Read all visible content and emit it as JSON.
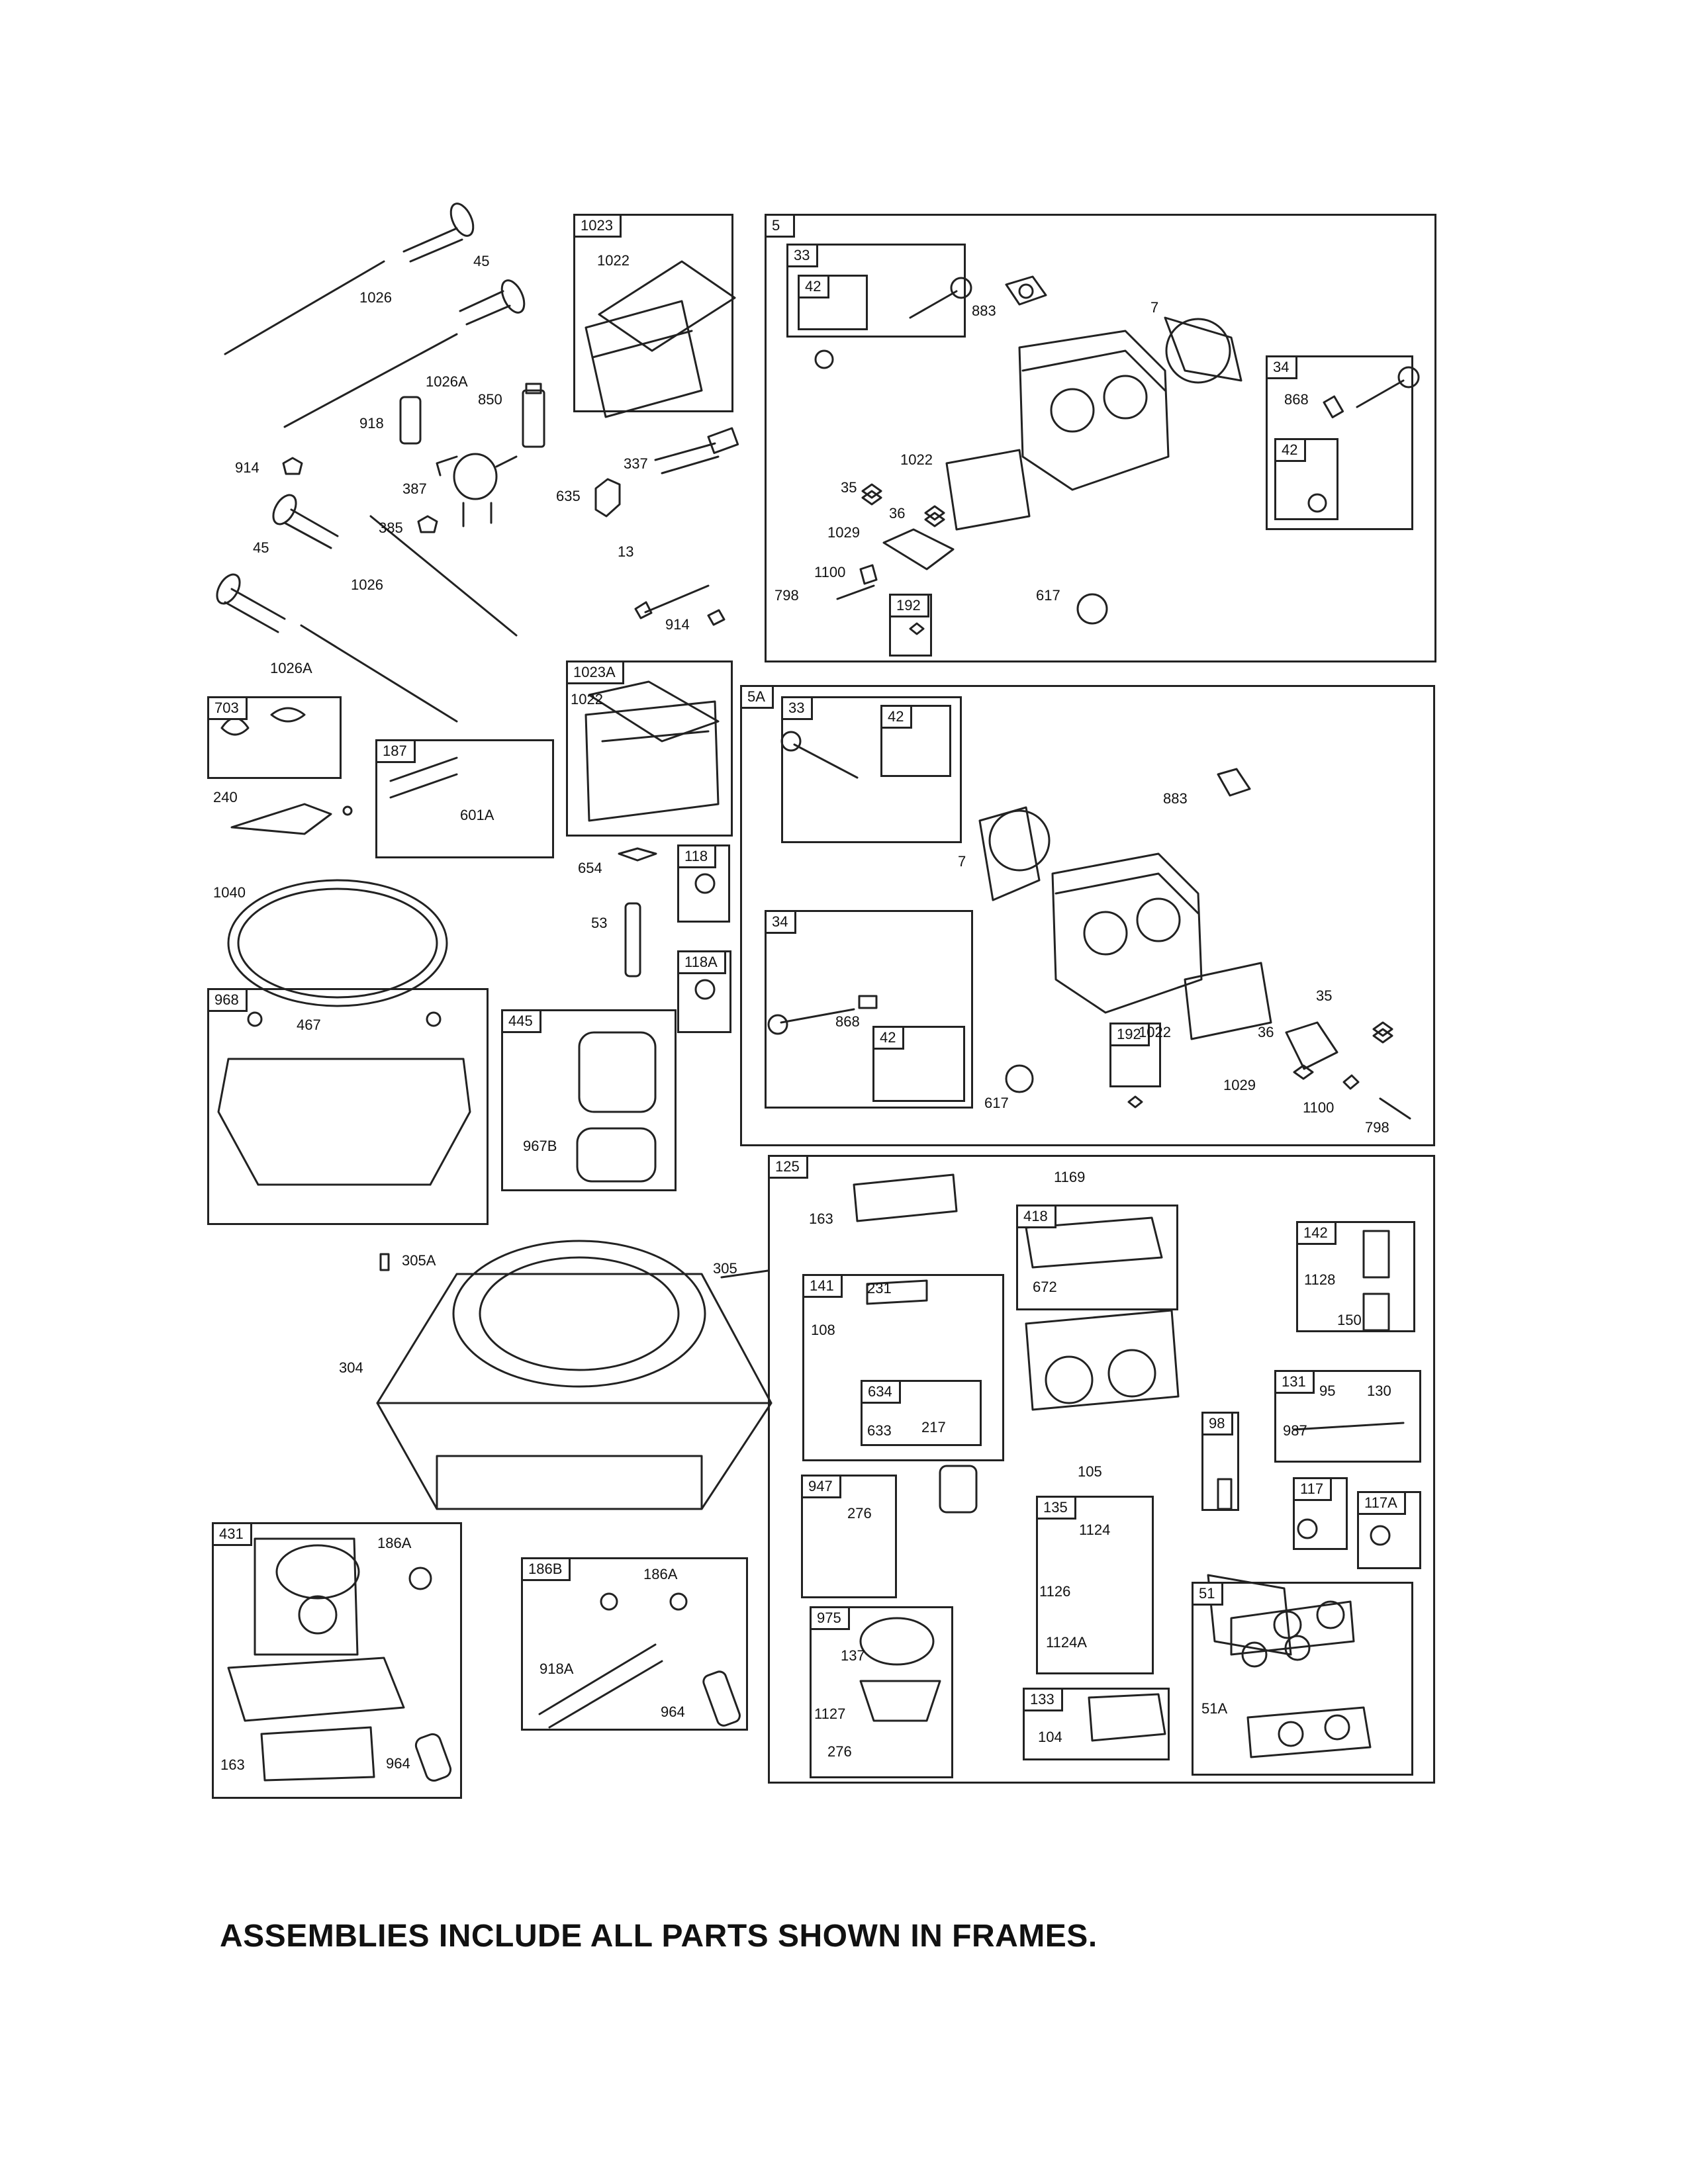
{
  "diagram": {
    "frames": [
      {
        "id": "f1023",
        "tag": "1023"
      },
      {
        "id": "f5",
        "tag": "5"
      },
      {
        "id": "f33a",
        "tag": "33"
      },
      {
        "id": "f42a",
        "tag": "42"
      },
      {
        "id": "f34a",
        "tag": "34"
      },
      {
        "id": "f42b",
        "tag": "42"
      },
      {
        "id": "f192a",
        "tag": "192"
      },
      {
        "id": "f1023a",
        "tag": "1023A"
      },
      {
        "id": "f703",
        "tag": "703"
      },
      {
        "id": "f187",
        "tag": "187"
      },
      {
        "id": "f5a",
        "tag": "5A"
      },
      {
        "id": "f33b",
        "tag": "33"
      },
      {
        "id": "f42c",
        "tag": "42"
      },
      {
        "id": "f34b",
        "tag": "34"
      },
      {
        "id": "f42d",
        "tag": "42"
      },
      {
        "id": "f192b",
        "tag": "192"
      },
      {
        "id": "f118",
        "tag": "118"
      },
      {
        "id": "f118a",
        "tag": "118A"
      },
      {
        "id": "f968",
        "tag": "968"
      },
      {
        "id": "f445",
        "tag": "445"
      },
      {
        "id": "f125",
        "tag": "125"
      },
      {
        "id": "f418",
        "tag": "418"
      },
      {
        "id": "f142",
        "tag": "142"
      },
      {
        "id": "f141",
        "tag": "141"
      },
      {
        "id": "f634",
        "tag": "634"
      },
      {
        "id": "f131",
        "tag": "131"
      },
      {
        "id": "f98",
        "tag": "98"
      },
      {
        "id": "f947",
        "tag": "947"
      },
      {
        "id": "f135",
        "tag": "135"
      },
      {
        "id": "f117",
        "tag": "117"
      },
      {
        "id": "f117a",
        "tag": "117A"
      },
      {
        "id": "f975",
        "tag": "975"
      },
      {
        "id": "f133",
        "tag": "133"
      },
      {
        "id": "f51",
        "tag": "51"
      },
      {
        "id": "f431",
        "tag": "431"
      },
      {
        "id": "f186b",
        "tag": "186B"
      }
    ],
    "labels": [
      {
        "id": "l45a",
        "text": "45"
      },
      {
        "id": "l1026a",
        "text": "1026"
      },
      {
        "id": "l1026Aa",
        "text": "1026A"
      },
      {
        "id": "l850",
        "text": "850"
      },
      {
        "id": "l918",
        "text": "918"
      },
      {
        "id": "l914a",
        "text": "914"
      },
      {
        "id": "l387",
        "text": "387"
      },
      {
        "id": "l385",
        "text": "385"
      },
      {
        "id": "l45b",
        "text": "45"
      },
      {
        "id": "l1026b",
        "text": "1026"
      },
      {
        "id": "l1026Ab",
        "text": "1026A"
      },
      {
        "id": "l337",
        "text": "337"
      },
      {
        "id": "l635",
        "text": "635"
      },
      {
        "id": "l13",
        "text": "13"
      },
      {
        "id": "l914b",
        "text": "914"
      },
      {
        "id": "l1022a",
        "text": "1022"
      },
      {
        "id": "l883a",
        "text": "883"
      },
      {
        "id": "l7a",
        "text": "7"
      },
      {
        "id": "l868a",
        "text": "868"
      },
      {
        "id": "l1022b",
        "text": "1022"
      },
      {
        "id": "l35a",
        "text": "35"
      },
      {
        "id": "l36a",
        "text": "36"
      },
      {
        "id": "l1029a",
        "text": "1029"
      },
      {
        "id": "l1100a",
        "text": "1100"
      },
      {
        "id": "l798a",
        "text": "798"
      },
      {
        "id": "l617a",
        "text": "617"
      },
      {
        "id": "l1022c",
        "text": "1022"
      },
      {
        "id": "l240",
        "text": "240"
      },
      {
        "id": "l601a",
        "text": "601A"
      },
      {
        "id": "l1040",
        "text": "1040"
      },
      {
        "id": "l654",
        "text": "654"
      },
      {
        "id": "l53",
        "text": "53"
      },
      {
        "id": "l883b",
        "text": "883"
      },
      {
        "id": "l7b",
        "text": "7"
      },
      {
        "id": "l868b",
        "text": "868"
      },
      {
        "id": "l35b",
        "text": "35"
      },
      {
        "id": "l1022d",
        "text": "1022"
      },
      {
        "id": "l36b",
        "text": "36"
      },
      {
        "id": "l617b",
        "text": "617"
      },
      {
        "id": "l1029b",
        "text": "1029"
      },
      {
        "id": "l1100b",
        "text": "1100"
      },
      {
        "id": "l798b",
        "text": "798"
      },
      {
        "id": "l467",
        "text": "467"
      },
      {
        "id": "l967b",
        "text": "967B"
      },
      {
        "id": "l1169",
        "text": "1169"
      },
      {
        "id": "l163a",
        "text": "163"
      },
      {
        "id": "l672",
        "text": "672"
      },
      {
        "id": "l1128",
        "text": "1128"
      },
      {
        "id": "l150",
        "text": "150"
      },
      {
        "id": "l231",
        "text": "231"
      },
      {
        "id": "l108",
        "text": "108"
      },
      {
        "id": "l633",
        "text": "633"
      },
      {
        "id": "l217",
        "text": "217"
      },
      {
        "id": "l95",
        "text": "95"
      },
      {
        "id": "l130",
        "text": "130"
      },
      {
        "id": "l987",
        "text": "987"
      },
      {
        "id": "l105",
        "text": "105"
      },
      {
        "id": "l276a",
        "text": "276"
      },
      {
        "id": "l1124",
        "text": "1124"
      },
      {
        "id": "l1126",
        "text": "1126"
      },
      {
        "id": "l1124a",
        "text": "1124A"
      },
      {
        "id": "l137",
        "text": "137"
      },
      {
        "id": "l1127",
        "text": "1127"
      },
      {
        "id": "l276b",
        "text": "276"
      },
      {
        "id": "l104",
        "text": "104"
      },
      {
        "id": "l51a",
        "text": "51A"
      },
      {
        "id": "l305a",
        "text": "305A"
      },
      {
        "id": "l305",
        "text": "305"
      },
      {
        "id": "l304",
        "text": "304"
      },
      {
        "id": "l186aa",
        "text": "186A"
      },
      {
        "id": "l163b",
        "text": "163"
      },
      {
        "id": "l964a",
        "text": "964"
      },
      {
        "id": "l186ab",
        "text": "186A"
      },
      {
        "id": "l918a",
        "text": "918A"
      },
      {
        "id": "l964b",
        "text": "964"
      }
    ],
    "footer": "ASSEMBLIES INCLUDE ALL PARTS SHOWN IN FRAMES."
  }
}
